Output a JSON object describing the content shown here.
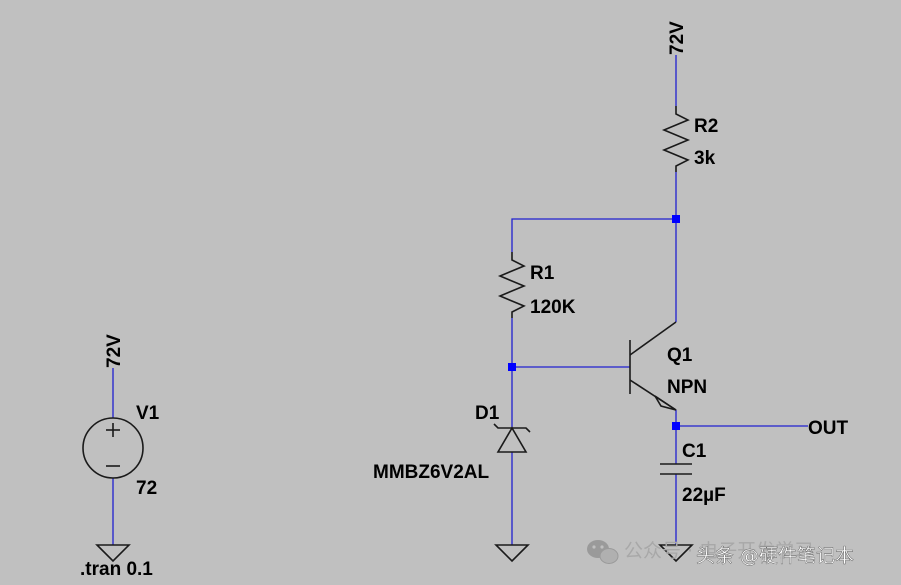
{
  "colors": {
    "background": "#c0c0c0",
    "wire": "#2020d0",
    "component": "#1a1a1a",
    "junction": "#0000ff",
    "label": "#000000"
  },
  "supply_top": {
    "label": "72V"
  },
  "supply_left": {
    "label": "72V"
  },
  "v1": {
    "name": "V1",
    "value": "72"
  },
  "r2": {
    "name": "R2",
    "value": "3k"
  },
  "r1": {
    "name": "R1",
    "value": "120K"
  },
  "q1": {
    "name": "Q1",
    "type": "NPN"
  },
  "d1": {
    "name": "D1",
    "model": "MMBZ6V2AL"
  },
  "c1": {
    "name": "C1",
    "value": "22µF"
  },
  "out": {
    "label": "OUT"
  },
  "directive": {
    "text": ".tran 0.1"
  },
  "watermark": {
    "faint_text": "公众号 · 电子开发学习",
    "author": "头条 @硬件笔记本",
    "icon": "wechat-icon"
  }
}
